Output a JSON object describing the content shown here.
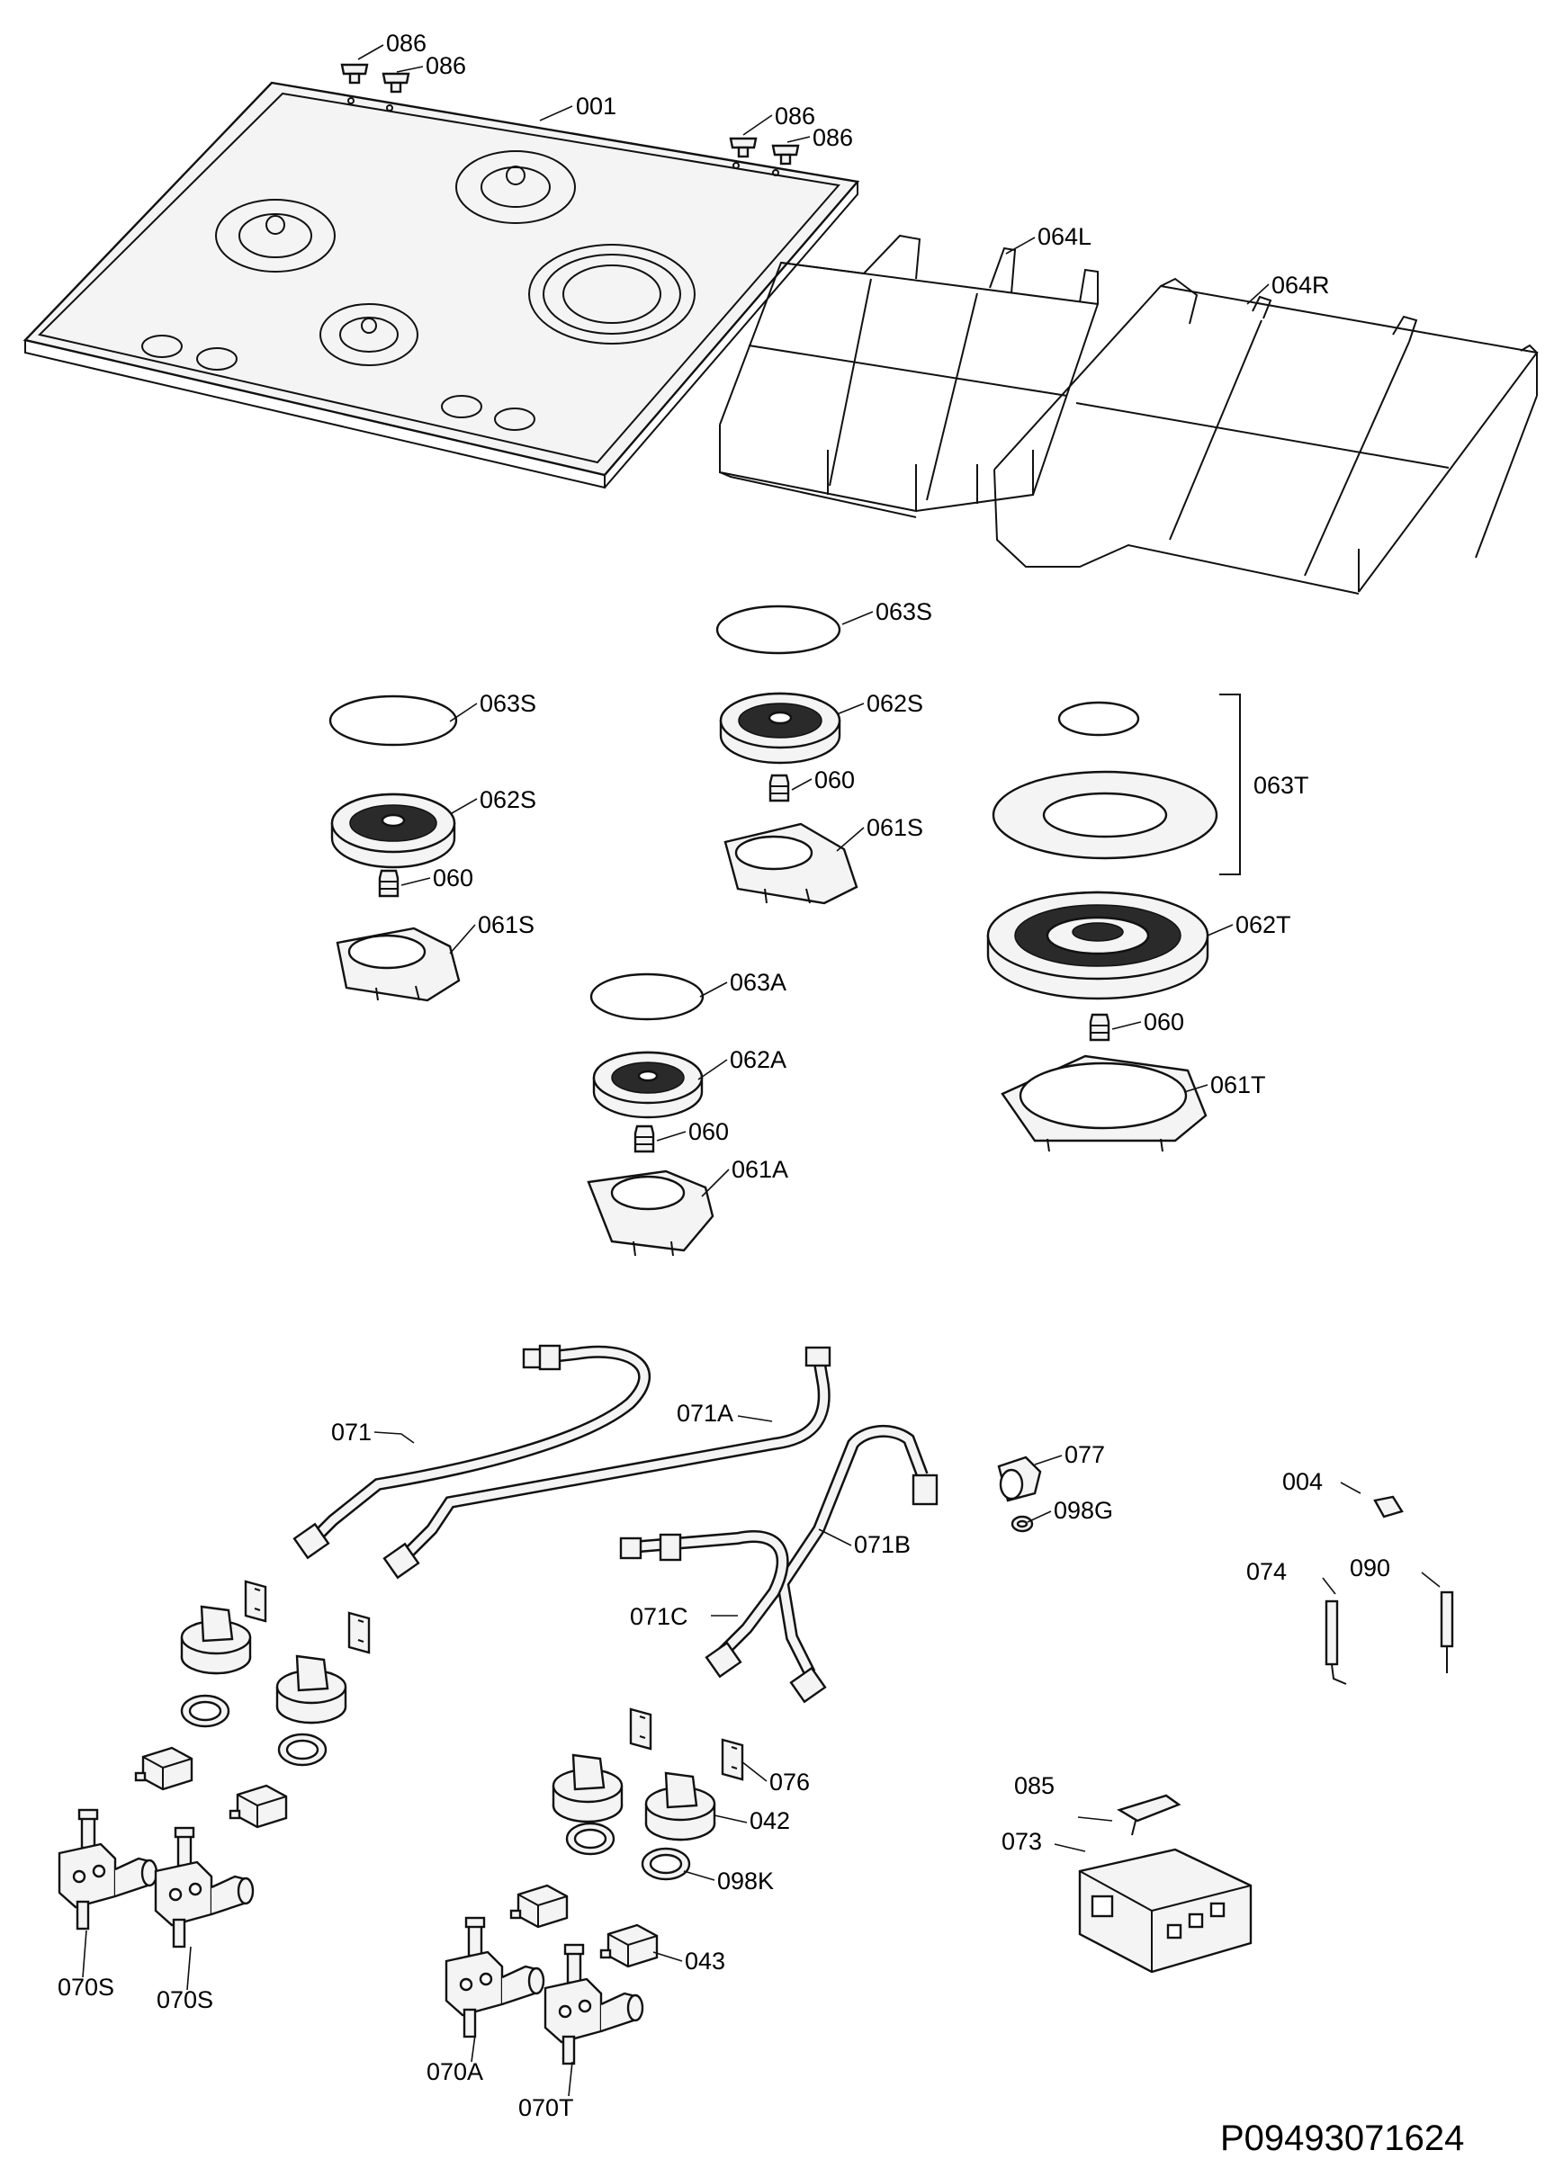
{
  "diagram": {
    "document_id": "P09493071624",
    "labels": {
      "l_086a": "086",
      "l_086b": "086",
      "l_086c": "086",
      "l_086d": "086",
      "l_001": "001",
      "l_064L": "064L",
      "l_064R": "064R",
      "l_063S_mid": "063S",
      "l_063S_left": "063S",
      "l_062S_mid": "062S",
      "l_062S_left": "062S",
      "l_060_mid": "060",
      "l_060_left": "060",
      "l_060_right": "060",
      "l_060_center": "060",
      "l_061S_mid": "061S",
      "l_061S_left": "061S",
      "l_063T": "063T",
      "l_062T": "062T",
      "l_061T": "061T",
      "l_063A": "063A",
      "l_062A": "062A",
      "l_061A": "061A",
      "l_071": "071",
      "l_071A": "071A",
      "l_071B": "071B",
      "l_071C": "071C",
      "l_077": "077",
      "l_098G": "098G",
      "l_004": "004",
      "l_074": "074",
      "l_090": "090",
      "l_076": "076",
      "l_042": "042",
      "l_098K": "098K",
      "l_043": "043",
      "l_085": "085",
      "l_073": "073",
      "l_070S_a": "070S",
      "l_070S_b": "070S",
      "l_070A": "070A",
      "l_070T": "070T"
    }
  }
}
